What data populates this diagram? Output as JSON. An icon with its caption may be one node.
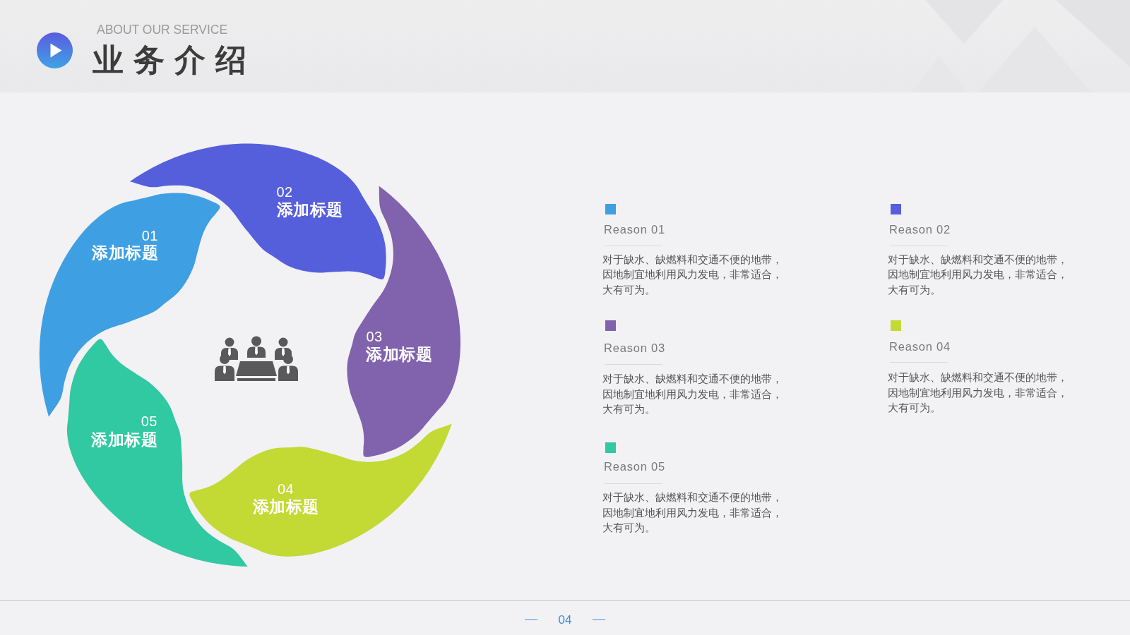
{
  "diagram": {
    "title": "业务介绍",
    "nodes": [
      {
        "text": [
          "01",
          "添加标题"
        ]
      },
      {
        "text": [
          "02",
          "添加标题"
        ]
      },
      {
        "text": [
          "03",
          "添加标题"
        ]
      },
      {
        "text": [
          "04",
          "添加标题"
        ]
      },
      {
        "text": [
          "05",
          "添加标题"
        ]
      }
    ],
    "labels": [
      "ABOUT OUR SERVICE",
      "对于缺水、缺燃料和交通不便的地带，因地制宜地利用风力发电，非常适合，大有可为。",
      "对于缺水、缺燃料和交通不便的地带，因地制宜地利用风力发电，非常适合，大有可为。",
      "对于缺水、缺燃料和交通不便的地带，因地制宜地利用风力发电，非常适合，大有可为。",
      "对于缺水、缺燃料和交通不便的地带，因地制宜地利用风力发电，非常适合，大有可为。",
      "对于缺水、缺燃料和交通不便的地带，因地制宜地利用风力发电，非常适合，大有可为。",
      "04"
    ],
    "legend": [
      {
        "text": "Reason 01",
        "color": "#3f9fe3"
      },
      {
        "text": "Reason 02",
        "color": "#565fdb"
      },
      {
        "text": "Reason 03",
        "color": "#8063ac"
      },
      {
        "text": "Reason 04",
        "color": "#c3d934"
      },
      {
        "text": "Reason 05",
        "color": "#30c9a2"
      }
    ]
  }
}
